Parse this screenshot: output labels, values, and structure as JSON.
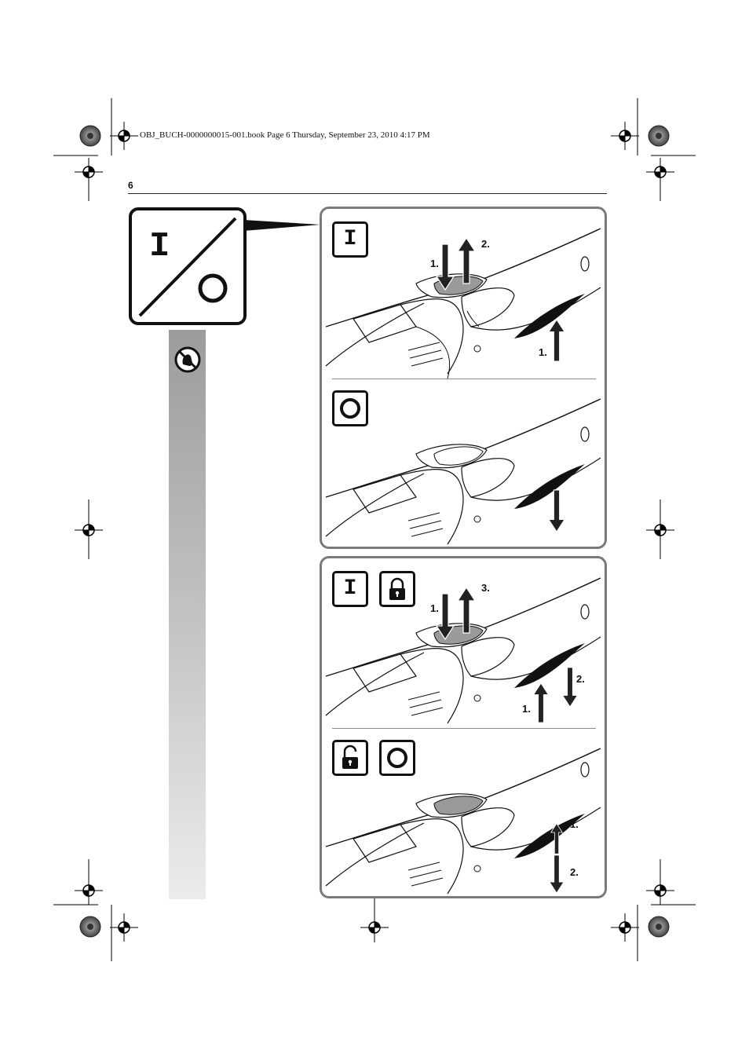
{
  "print_header": "OBJ_BUCH-0000000015-001.book  Page 6  Thursday, September 23, 2010  4:17 PM",
  "page_number": "6",
  "main_symbol": {
    "on_glyph": "I"
  },
  "icons": [
    "on-symbol-icon",
    "off-symbol-icon",
    "padlock-closed-icon",
    "padlock-open-icon",
    "no-touch-prohibition-icon",
    "registration-mark-icon"
  ],
  "panels": [
    {
      "sections": [
        {
          "symbols": [
            "I"
          ],
          "steps": [
            "1.",
            "2.",
            "1."
          ]
        },
        {
          "symbols": [
            "O"
          ],
          "steps": []
        }
      ]
    },
    {
      "sections": [
        {
          "symbols": [
            "I",
            "lock"
          ],
          "steps": [
            "1.",
            "3.",
            "2.",
            "1."
          ]
        },
        {
          "symbols": [
            "unlock",
            "O"
          ],
          "steps": [
            "1.",
            "2."
          ]
        }
      ]
    }
  ],
  "colors": {
    "panel_border": "#7a7a7a",
    "switch_grey": "#9a9a9a",
    "sidebar_top": "#9c9c9c",
    "sidebar_bottom": "#ececec"
  }
}
